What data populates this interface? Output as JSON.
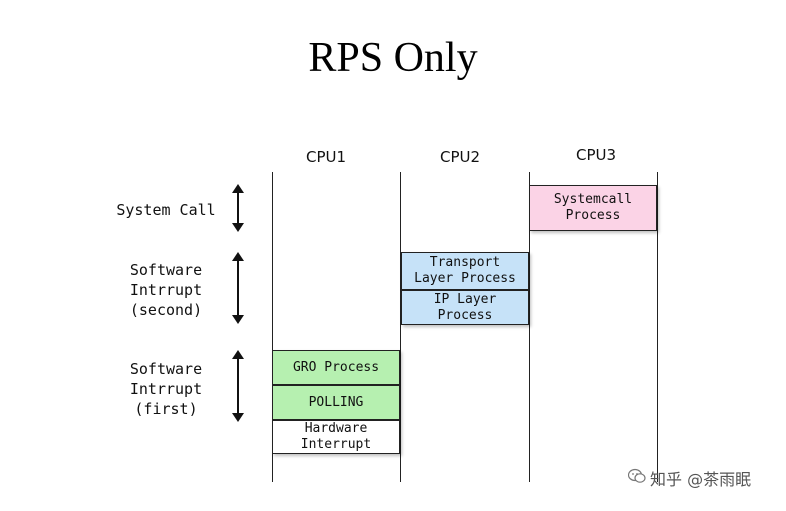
{
  "title": "RPS Only",
  "cpus": [
    "CPU1",
    "CPU2",
    "CPU3"
  ],
  "rows": {
    "system_call": [
      "System Call"
    ],
    "software_second": [
      "Software",
      "Intrrupt",
      "(second)"
    ],
    "software_first": [
      "Software",
      "Intrrupt",
      "(first)"
    ]
  },
  "boxes": {
    "systemcall": {
      "lines": [
        "Systemcall",
        "Process"
      ],
      "color": "#fbd3e6"
    },
    "transport": {
      "lines": [
        "Transport",
        "Layer Process"
      ],
      "color": "#c6e2f8"
    },
    "ip": {
      "lines": [
        "IP Layer",
        "Process"
      ],
      "color": "#c6e2f8"
    },
    "gro": {
      "lines": [
        "GRO Process"
      ],
      "color": "#b6f0b0"
    },
    "polling": {
      "lines": [
        "POLLING"
      ],
      "color": "#b6f0b0"
    },
    "hardware": {
      "lines": [
        "Hardware",
        "Interrupt"
      ],
      "color": "#ffffff"
    }
  },
  "watermark": "知乎 @茶雨眠",
  "icons": [
    "double-arrow-icon",
    "wechat-icon"
  ]
}
